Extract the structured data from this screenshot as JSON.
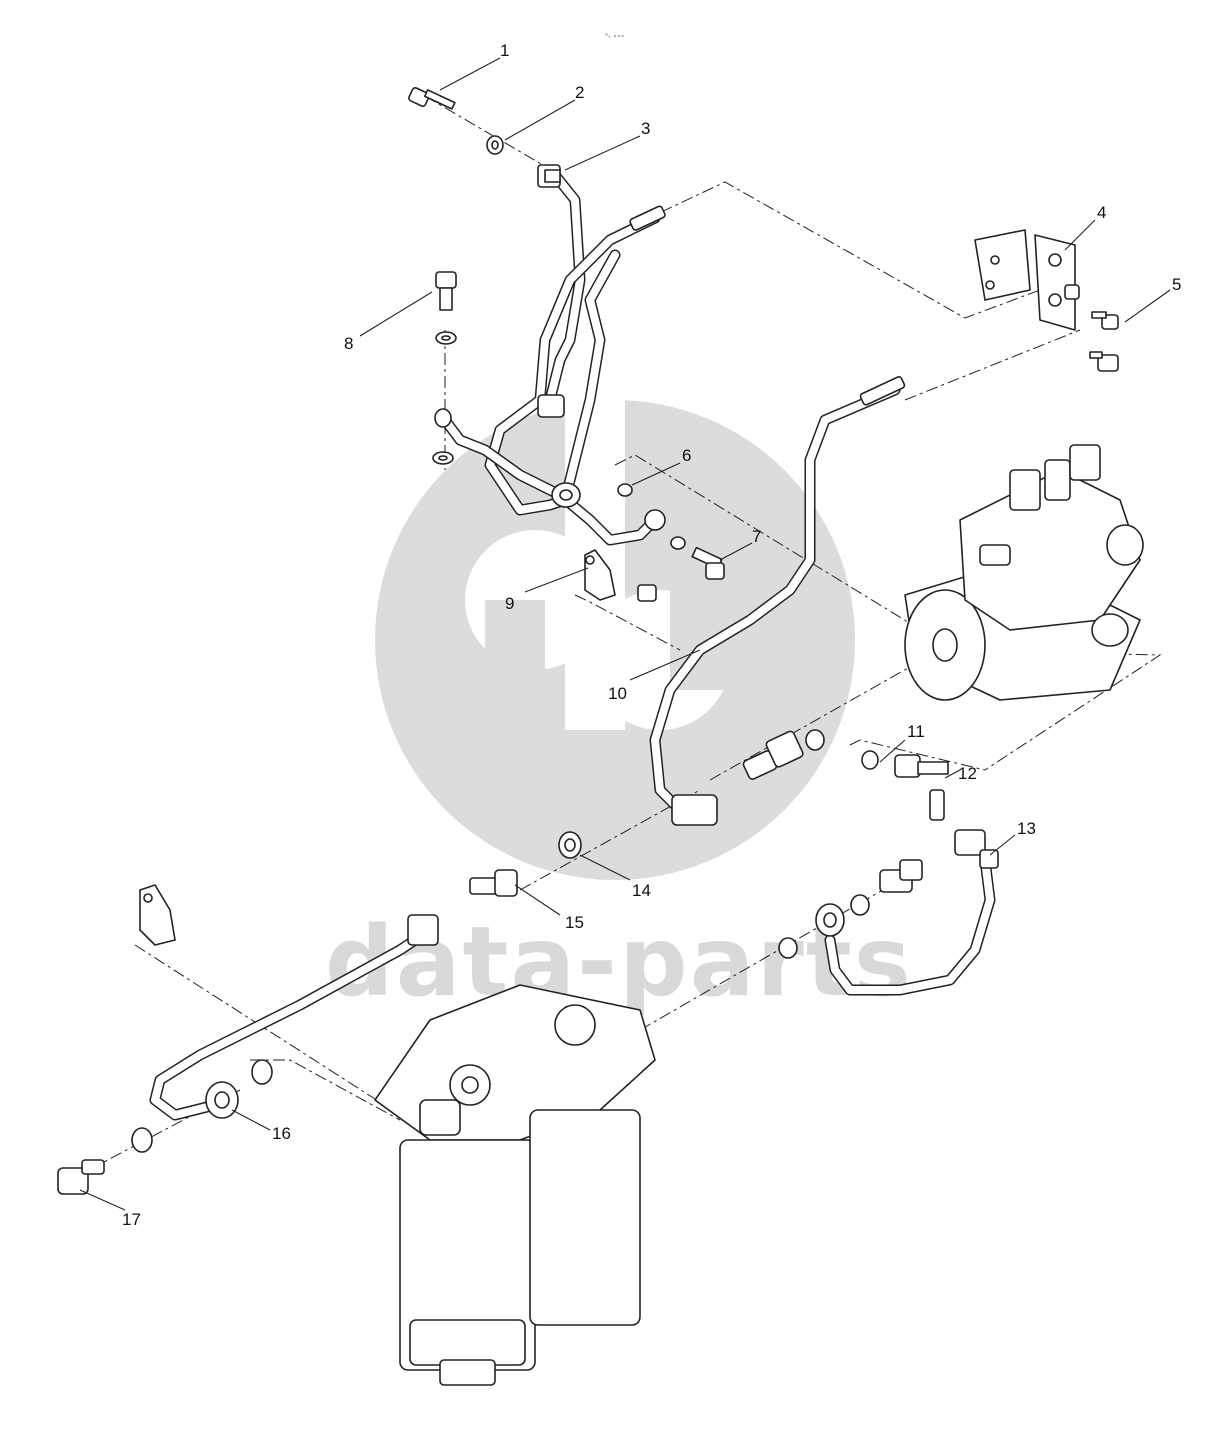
{
  "watermark": {
    "text": "data-parts",
    "color": "#d9d9d9"
  },
  "header_mark": "°₊ ∘∘∘",
  "callouts": [
    {
      "id": "callout-1",
      "label": "1"
    },
    {
      "id": "callout-2",
      "label": "2"
    },
    {
      "id": "callout-3",
      "label": "3"
    },
    {
      "id": "callout-4",
      "label": "4"
    },
    {
      "id": "callout-5",
      "label": "5"
    },
    {
      "id": "callout-6",
      "label": "6"
    },
    {
      "id": "callout-7",
      "label": "7"
    },
    {
      "id": "callout-8",
      "label": "8"
    },
    {
      "id": "callout-9",
      "label": "9"
    },
    {
      "id": "callout-10",
      "label": "10"
    },
    {
      "id": "callout-11",
      "label": "11"
    },
    {
      "id": "callout-12",
      "label": "12"
    },
    {
      "id": "callout-13",
      "label": "13"
    },
    {
      "id": "callout-14",
      "label": "14"
    },
    {
      "id": "callout-15",
      "label": "15"
    },
    {
      "id": "callout-16",
      "label": "16"
    },
    {
      "id": "callout-17",
      "label": "17"
    }
  ]
}
